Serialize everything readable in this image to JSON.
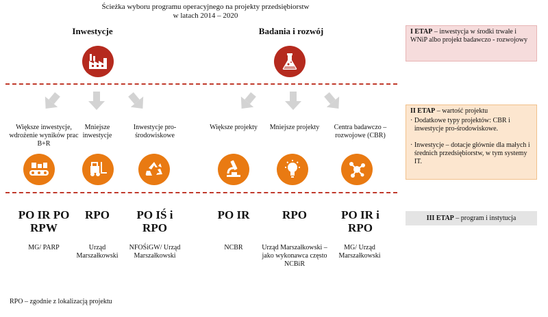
{
  "title": [
    "Ścieżka wyboru programu operacyjnego na projekty przedsiębiorstw",
    "w latach 2014 – 2020"
  ],
  "headings": {
    "left": "Inwestycje",
    "right": "Badania i rozwój"
  },
  "colors": {
    "dark_red": "#b52a1e",
    "orange": "#e97a12",
    "dash_red": "#c0392b",
    "arrow_gray": "#d3d3d3"
  },
  "icons": {
    "top_left": "factory-icon",
    "top_right": "flask-icon"
  },
  "categories": [
    {
      "label": "Większe inwestycje, wdrożenie wyników prac B+R",
      "icon": "conveyor-icon",
      "program": "PO IR PO RPW",
      "institution": "MG/ PARP"
    },
    {
      "label": "Mniejsze inwestycje",
      "icon": "forklift-icon",
      "program": "RPO",
      "institution": "Urząd Marszałkowski"
    },
    {
      "label": "Inwestycje pro-środowiskowe",
      "icon": "recycle-icon",
      "program": "PO IŚ i RPO",
      "institution": "NFOŚiGW/ Urząd Marszałkowski"
    },
    {
      "label": "Większe projekty",
      "icon": "microscope-icon",
      "program": "PO IR",
      "institution": "NCBR"
    },
    {
      "label": "Mniejsze projekty",
      "icon": "lightbulb-icon",
      "program": "RPO",
      "institution": "Urząd Marszałkowski – jako wykonawca często NCBiR"
    },
    {
      "label": "Centra badawczo – rozwojowe (CBR)",
      "icon": "molecule-icon",
      "program": "PO IR i RPO",
      "institution": "MG/ Urząd Marszałkowski"
    }
  ],
  "stages": {
    "etap1": {
      "name": "I ETAP",
      "text": " – inwestycja w środki trwałe i WNiP albo projekt badawczo - rozwojowy"
    },
    "etap2": {
      "name": "II ETAP",
      "text": " – wartość projektu",
      "bullet1": "Dodatkowe typy projektów: CBR i inwestycje pro-środowiskowe.",
      "bullet2": "Inwestycje – dotacje głównie dla małych i średnich przedsiębiorstw, w tym systemy IT."
    },
    "etap3": {
      "name": "III ETAP",
      "text": " – program i instytucja"
    }
  },
  "footer": "RPO – zgodnie z lokalizacją projektu"
}
